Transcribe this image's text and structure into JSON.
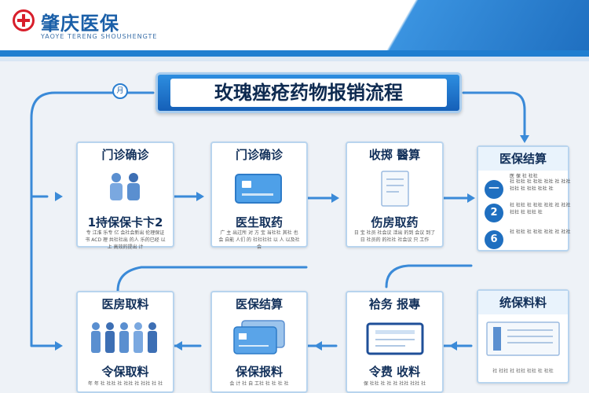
{
  "header": {
    "brand_title": "肇庆医保",
    "brand_sub": "YAOYE TERENG SHOUSHENGTE"
  },
  "title": "玫瑰痤疮药物报销流程",
  "badge": "月",
  "cards": [
    {
      "id": "c1",
      "head": "门诊确诊",
      "label": "1持保保卡卞2",
      "desc": "专 江淮 乐专 亿 会社会新出 伦理保证书 ACD 理 共社社出 的人 乐的已经 以上 高效的提出 计"
    },
    {
      "id": "c2",
      "head": "门诊确诊",
      "label": "医生取药",
      "desc": "广 主 出过所 对 方 宝 当社社 其社 也会 自能 人们 的 社社社社 以 人 以及社会"
    },
    {
      "id": "c3",
      "head": "收掷 醫算",
      "label": "伤房取药",
      "desc": "日 宝 社员 社会议 活出 的到 会议 到了 日 社员的 的社社 社会议 只 工作"
    },
    {
      "id": "c5",
      "head": "医房取料",
      "label": "令保取料",
      "desc": "年 年 社 社社 社 社社 社 社社 社 社"
    },
    {
      "id": "c6",
      "head": "医保结算",
      "label": "保保报料",
      "desc": "会 计 社 自 工社 社 社 社 社"
    },
    {
      "id": "c7",
      "head": "袷务 报專",
      "label": "令费 收料",
      "desc": "保 社社 社 社 社 社社 社社 社"
    }
  ],
  "right_card": {
    "head": "医保结算",
    "intro": "医 保 社 社社",
    "steps": [
      {
        "num": "一",
        "text": "社 社社 社 社社 社社 社 社社 社社 社 社社 社社 社"
      },
      {
        "num": "2",
        "text": "社 社社 社 社社 社社 社 社社 社社 社 社社 社"
      },
      {
        "num": "6",
        "text": "社 社社 社 社社 社社 社 社社"
      }
    ]
  },
  "bottom_right": {
    "head": "统保料料",
    "desc": "社 社社 社 社社 社社 社 社社"
  },
  "colors": {
    "primary": "#1f6fc0",
    "accent": "#2d8ee0",
    "line": "#3a8ad8",
    "brand_red": "#d81e2b"
  }
}
